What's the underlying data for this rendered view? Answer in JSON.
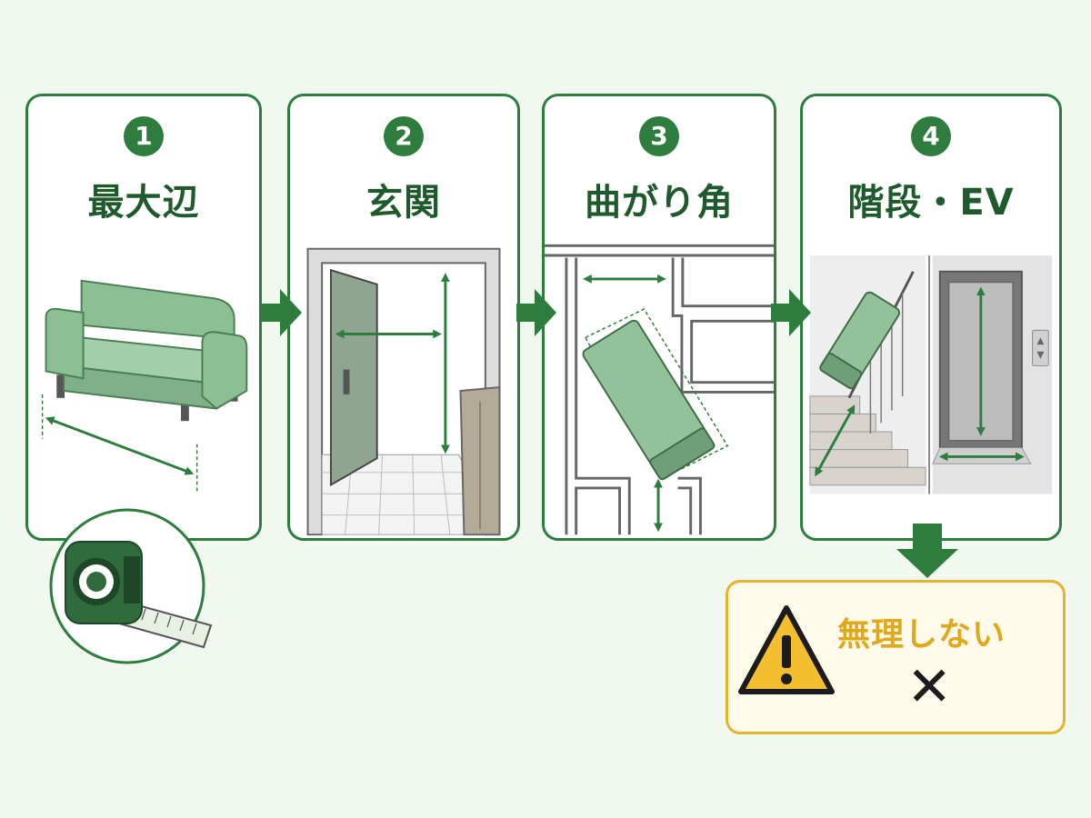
{
  "steps": [
    {
      "number": "1",
      "title": "最大辺"
    },
    {
      "number": "2",
      "title": "玄関"
    },
    {
      "number": "3",
      "title": "曲がり角"
    },
    {
      "number": "4",
      "title": "階段・EV"
    }
  ],
  "warning": {
    "text": "無理しない",
    "mark": "✕"
  },
  "icons": {
    "step1": "sofa-icon",
    "step2": "door-icon",
    "step3": "corner-icon",
    "step4": "stairs-elevator-icon",
    "tool": "tape-measure-icon",
    "warning": "warning-icon"
  },
  "colors": {
    "primary": "#2e7d3e",
    "dark_green": "#1f5a2c",
    "furniture": "#93c199",
    "warning_border": "#e6b42c",
    "warning_text": "#e0a81c",
    "background": "#f1f8ef"
  }
}
